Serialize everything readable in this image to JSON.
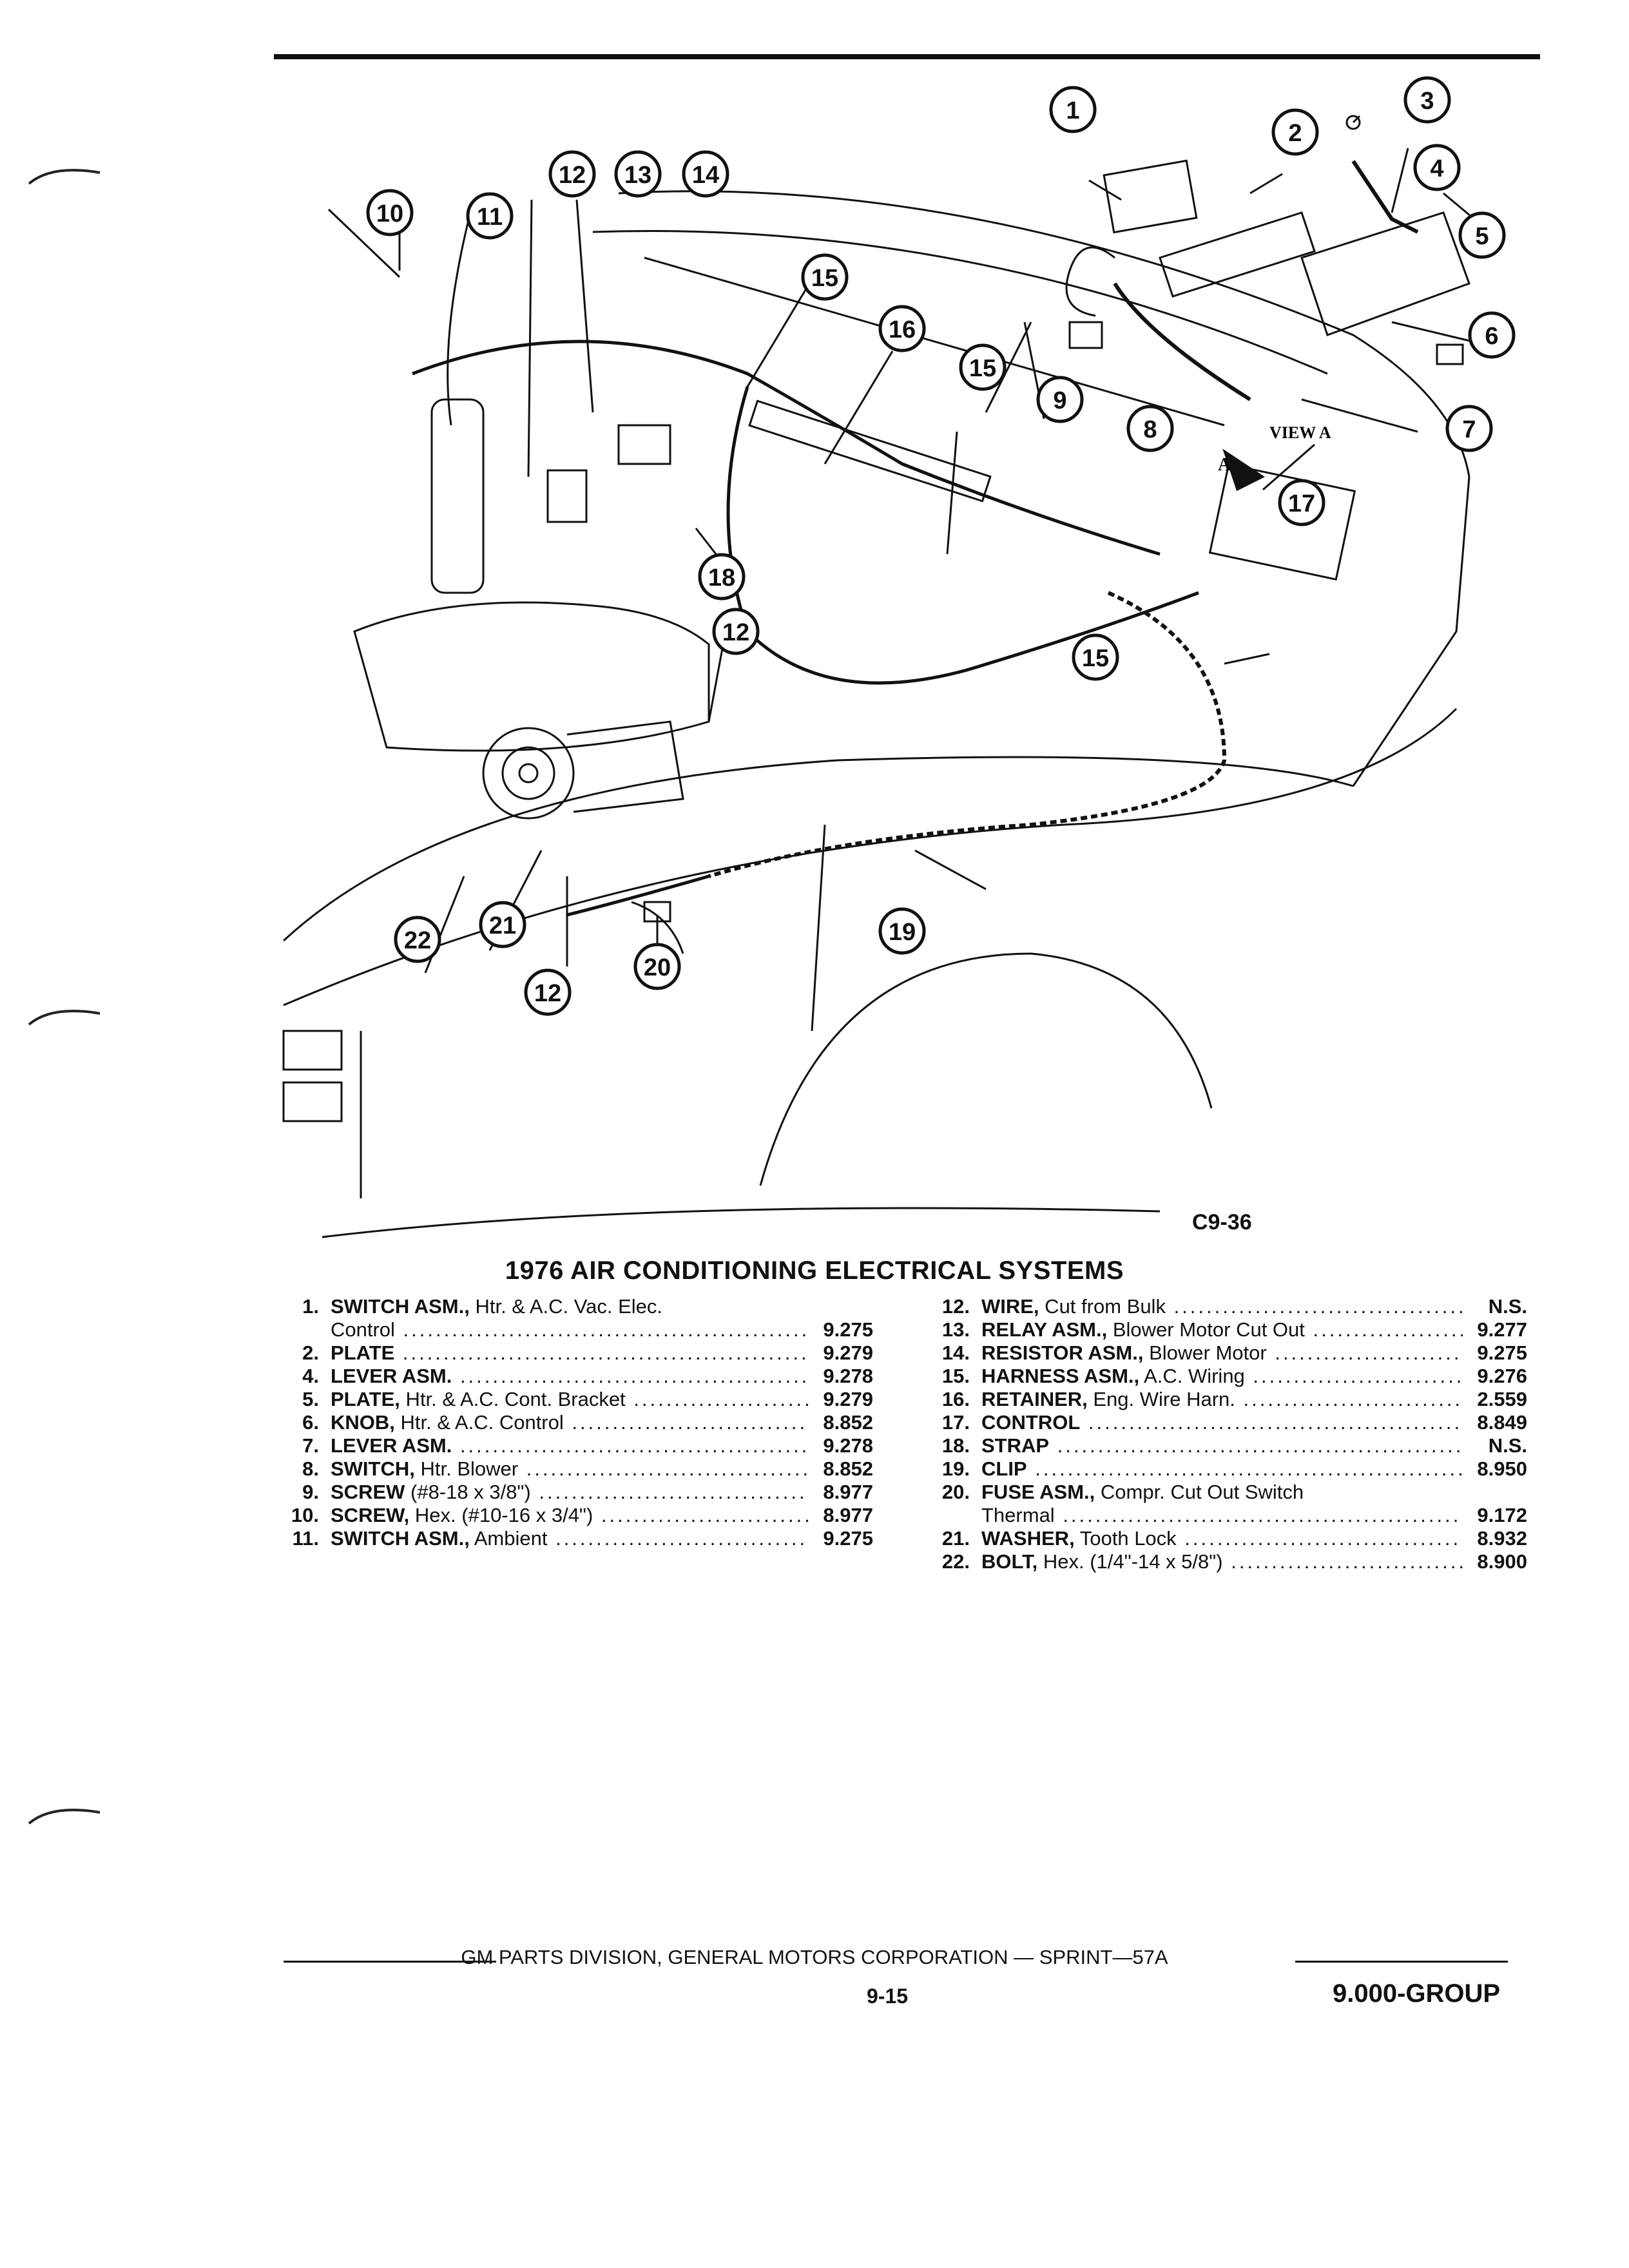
{
  "figure": {
    "code": "C9-36",
    "view_label": "VIEW A",
    "view_marker": "A",
    "callouts": [
      "1",
      "2",
      "3",
      "4",
      "5",
      "6",
      "7",
      "8",
      "9",
      "10",
      "11",
      "12",
      "13",
      "14",
      "15",
      "16",
      "17",
      "18",
      "19",
      "20",
      "21",
      "22"
    ]
  },
  "section_title": "1976 AIR CONDITIONING ELECTRICAL SYSTEMS",
  "parts_left": [
    {
      "num": "1.",
      "name": "SWITCH ASM.,",
      "desc": " Htr. & A.C. Vac. Elec.",
      "group": ""
    },
    {
      "num": "",
      "name": "",
      "desc": "Control",
      "group": "9.275"
    },
    {
      "num": "2.",
      "name": "PLATE",
      "desc": "",
      "group": "9.279"
    },
    {
      "num": "4.",
      "name": "LEVER ASM.",
      "desc": "",
      "group": "9.278"
    },
    {
      "num": "5.",
      "name": "PLATE,",
      "desc": " Htr. & A.C. Cont. Bracket",
      "group": "9.279"
    },
    {
      "num": "6.",
      "name": "KNOB,",
      "desc": " Htr. & A.C. Control",
      "group": "8.852"
    },
    {
      "num": "7.",
      "name": "LEVER ASM.",
      "desc": "",
      "group": "9.278"
    },
    {
      "num": "8.",
      "name": "SWITCH,",
      "desc": " Htr. Blower",
      "group": "8.852"
    },
    {
      "num": "9.",
      "name": "SCREW",
      "desc": " (#8-18 x 3/8\")",
      "group": "8.977"
    },
    {
      "num": "10.",
      "name": "SCREW,",
      "desc": " Hex. (#10-16 x 3/4\")",
      "group": "8.977"
    },
    {
      "num": "11.",
      "name": "SWITCH ASM.,",
      "desc": " Ambient",
      "group": "9.275"
    }
  ],
  "parts_right": [
    {
      "num": "12.",
      "name": "WIRE,",
      "desc": " Cut from Bulk",
      "group": "N.S."
    },
    {
      "num": "13.",
      "name": "RELAY ASM.,",
      "desc": " Blower Motor Cut Out",
      "group": "9.277"
    },
    {
      "num": "14.",
      "name": "RESISTOR ASM.,",
      "desc": " Blower Motor",
      "group": "9.275"
    },
    {
      "num": "15.",
      "name": "HARNESS ASM.,",
      "desc": " A.C. Wiring",
      "group": "9.276"
    },
    {
      "num": "16.",
      "name": "RETAINER,",
      "desc": " Eng. Wire Harn.",
      "group": "2.559"
    },
    {
      "num": "17.",
      "name": "CONTROL",
      "desc": "",
      "group": "8.849"
    },
    {
      "num": "18.",
      "name": "STRAP",
      "desc": "",
      "group": "N.S."
    },
    {
      "num": "19.",
      "name": "CLIP",
      "desc": "",
      "group": "8.950"
    },
    {
      "num": "20.",
      "name": "FUSE ASM.,",
      "desc": " Compr. Cut Out Switch",
      "group": ""
    },
    {
      "num": "",
      "name": "",
      "desc": "Thermal",
      "group": "9.172"
    },
    {
      "num": "21.",
      "name": "WASHER,",
      "desc": " Tooth Lock",
      "group": "8.932"
    },
    {
      "num": "22.",
      "name": "BOLT,",
      "desc": " Hex. (1/4\"-14 x 5/8\")",
      "group": "8.900"
    }
  ],
  "footer": {
    "publisher": "GM PARTS DIVISION, GENERAL MOTORS CORPORATION — SPRINT—57A",
    "page": "9-15",
    "group": "9.000-GROUP"
  }
}
